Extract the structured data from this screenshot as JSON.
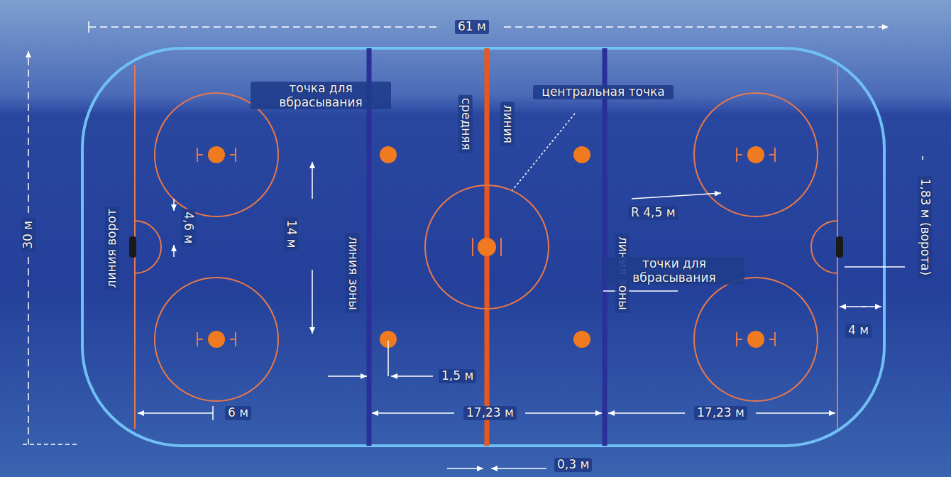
{
  "diagram": {
    "labels": [
      "61 м",
      "30 м",
      "точка для вбрасывания",
      "средняя",
      "линия",
      "центральная точка",
      "линия ворот",
      "4,6 м",
      "14 м",
      "линия зоны",
      "линия зоны",
      "R 4,5 м",
      "точки для вбрасывания",
      "1,83 м (ворота)",
      "4 м",
      "1,5 м",
      "6 м",
      "17,23 м",
      "17,23 м",
      "0,3 м"
    ]
  }
}
